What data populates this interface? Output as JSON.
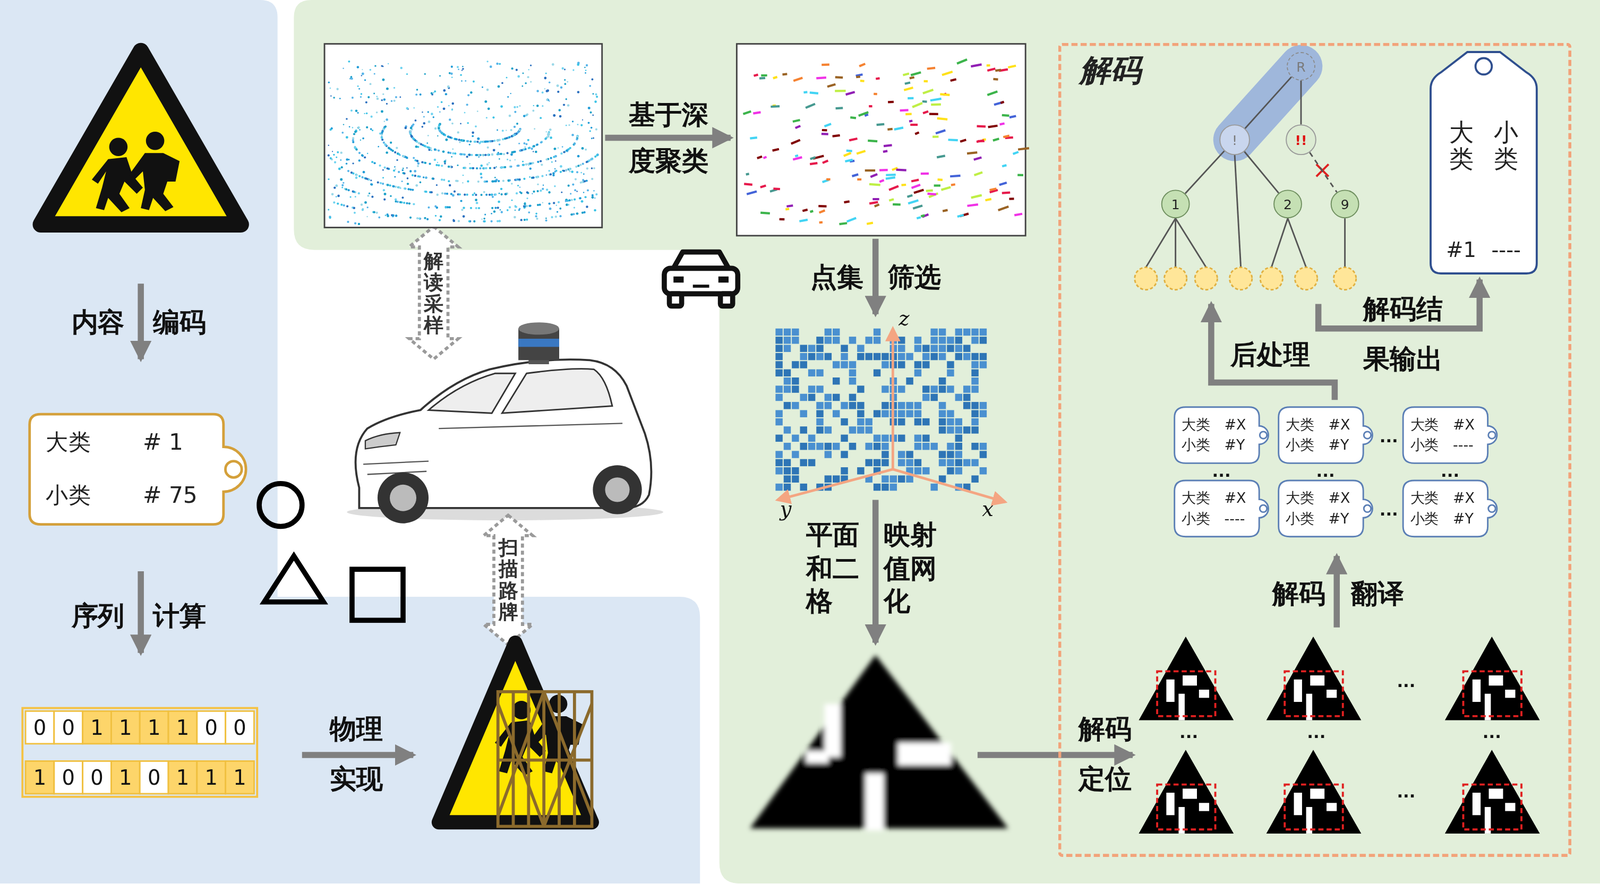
{
  "diagram": {
    "nodes": [
      {
        "text": [
          "大类",
          "# 1",
          "小类",
          "# 75"
        ]
      },
      {
        "text": [
          "解码"
        ]
      },
      {
        "text": [
          "R"
        ],
        "in": 1
      },
      {
        "text": [
          "!"
        ],
        "in": 1
      },
      {
        "text": [
          "!!"
        ],
        "in": 1
      },
      {
        "text": [
          "1"
        ],
        "in": 1
      },
      {
        "text": [
          "2"
        ],
        "in": 1
      },
      {
        "text": [
          "9"
        ],
        "in": 1
      },
      {
        "text": [
          "大类",
          "小类",
          "#1",
          "----"
        ],
        "in": 1
      },
      {
        "text": [
          "大类",
          "#X",
          "小类",
          "#Y"
        ],
        "in": 1
      },
      {
        "text": [
          "大类",
          "#X",
          "小类",
          "#Y"
        ],
        "in": 1
      },
      {
        "text": [
          "大类",
          "#X",
          "小类",
          "----"
        ],
        "in": 1
      },
      {
        "text": [
          "大类",
          "#X",
          "小类",
          "----"
        ],
        "in": 1
      },
      {
        "text": [
          "大类",
          "#X",
          "小类",
          "#Y"
        ],
        "in": 1
      },
      {
        "text": [
          "大类",
          "#X",
          "小类",
          "#Y"
        ],
        "in": 1
      }
    ],
    "edges": [
      {
        "from": 2,
        "to": 3,
        "arrow": "none"
      },
      {
        "from": 2,
        "to": 4,
        "arrow": "none"
      },
      {
        "from": 3,
        "to": 5,
        "arrow": "none"
      },
      {
        "from": 3,
        "to": 6,
        "arrow": "none"
      },
      {
        "from": 4,
        "to": 7,
        "arrow": "none"
      }
    ],
    "labels": [
      "内容",
      "编码",
      "序列",
      "计算",
      "0",
      "0",
      "1",
      "1",
      "1",
      "1",
      "0",
      "0",
      "1",
      "0",
      "0",
      "1",
      "0",
      "1",
      "1",
      "1",
      "物理",
      "实现",
      "基于深",
      "度聚类",
      "解读采样",
      "扫描路牌",
      "点集",
      "筛选",
      "z",
      "y",
      "x",
      "平面 和二 格",
      "映射 值网 化",
      "解码",
      "定位",
      "...",
      "...",
      "...",
      "...",
      "...",
      "解码",
      "翻译",
      "...",
      "...",
      "...",
      "...",
      "...",
      "后处理",
      "解码结",
      "果输出"
    ]
  }
}
